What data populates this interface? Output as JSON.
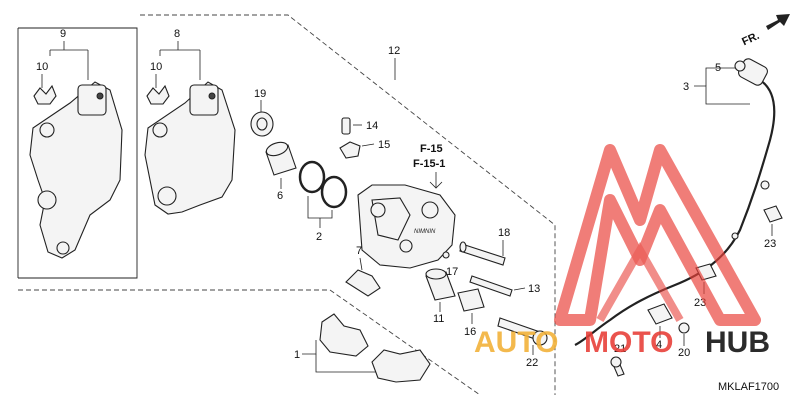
{
  "diagram": {
    "code": "MKLAF1700",
    "direction_label": "FR.",
    "references": [
      "F-15",
      "F-15-1"
    ],
    "callouts": {
      "c1": "1",
      "c2": "2",
      "c3": "3",
      "c4": "4",
      "c5": "5",
      "c6": "6",
      "c7": "7",
      "c8": "8",
      "c9": "9",
      "c10a": "10",
      "c10b": "10",
      "c11": "11",
      "c12": "12",
      "c13": "13",
      "c14": "14",
      "c15": "15",
      "c16": "16",
      "c17": "17",
      "c18": "18",
      "c19": "19",
      "c20": "20",
      "c21": "21",
      "c22": "22",
      "c23a": "23",
      "c23b": "23"
    }
  },
  "watermark": {
    "word_a": "AUTO",
    "word_b": "MOTO",
    "word_c": "HUB",
    "colors": {
      "primary": "#e8413a",
      "accent": "#f2b23a",
      "dark": "#2b2b2b"
    }
  },
  "caliper_marking": "NIMNIN"
}
